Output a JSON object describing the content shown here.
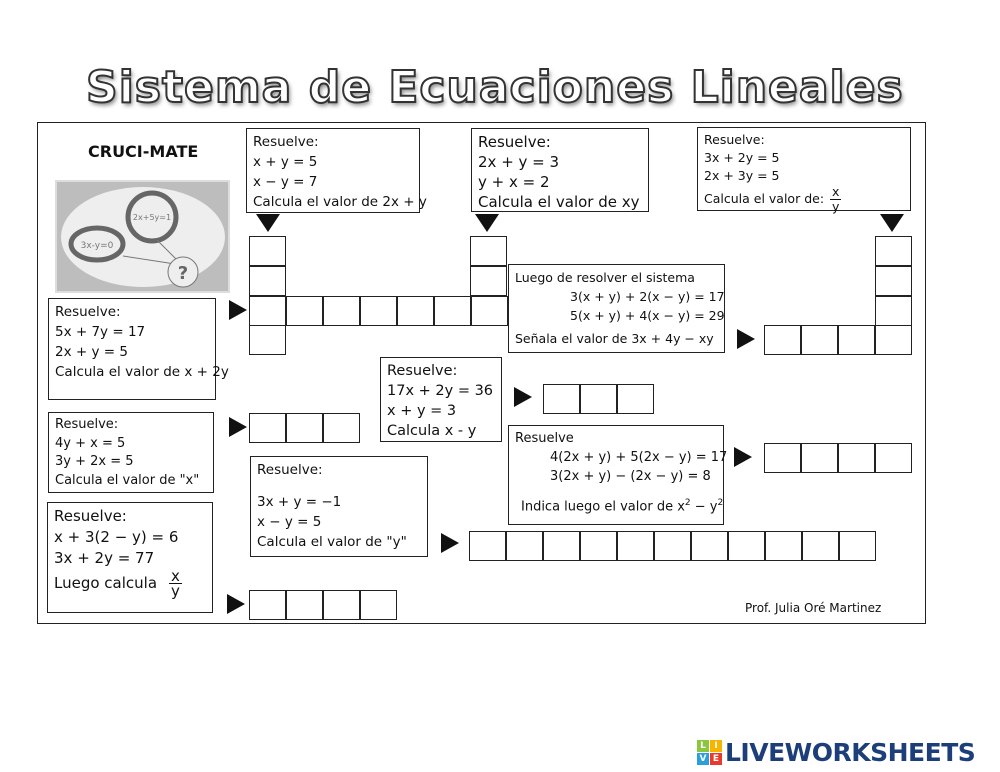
{
  "title": "Sistema de Ecuaciones Lineales",
  "subtitle": "CRUCI-MATE",
  "image": {
    "eq1": "2x+5y=1",
    "eq2": "3x-y=0",
    "question": "?"
  },
  "clues": {
    "c1": {
      "heading": "Resuelve:",
      "lines": [
        "x + y = 5",
        "x − y = 7",
        "Calcula el valor de 2x + y"
      ]
    },
    "c2": {
      "heading": "Resuelve:",
      "lines": [
        "2x + y = 3",
        "y + x = 2",
        "Calcula el valor de xy"
      ]
    },
    "c3": {
      "heading": "Resuelve:",
      "lines": [
        "3x + 2y = 5",
        "2x + 3y = 5",
        "Calcula el valor de:"
      ],
      "frac_num": "x",
      "frac_den": "y"
    },
    "c4": {
      "heading": "Luego de resolver el sistema",
      "lines": [
        "3(x + y) + 2(x − y) = 17",
        "5(x + y) + 4(x − y) = 29",
        "Señala el valor de 3x + 4y − xy"
      ]
    },
    "c5": {
      "heading": "Resuelve:",
      "lines": [
        "5x + 7y = 17",
        "2x + y = 5",
        "Calcula el valor de x + 2y"
      ]
    },
    "c6": {
      "heading": "Resuelve:",
      "lines": [
        "17x + 2y = 36",
        "x + y = 3",
        "Calcula  x - y"
      ]
    },
    "c7": {
      "heading": "Resuelve:",
      "lines": [
        "4y + x = 5",
        "3y + 2x = 5",
        "Calcula el valor de \"x\""
      ]
    },
    "c8": {
      "heading": "Resuelve",
      "lines": [
        "4(2x + y) + 5(2x − y) = 17",
        "3(2x + y) − (2x − y) = 8",
        "Indica luego el valor de x",
        "2",
        " − y",
        "2"
      ]
    },
    "c9": {
      "heading": "Resuelve:",
      "lines": [
        "3x + y = −1",
        "x − y = 5",
        "Calcula el valor de \"y\""
      ]
    },
    "c10": {
      "heading": "Resuelve:",
      "lines": [
        "x + 3(2 − y) = 6",
        "3x + 2y = 77",
        "Luego calcula"
      ],
      "frac_num": "x",
      "frac_den": "y"
    }
  },
  "author": "Prof. Julia Oré Martinez",
  "brand": {
    "name": "LIVEWORKSHEETS",
    "tiles": [
      "L",
      "I",
      "V",
      "E"
    ],
    "tile_colors": [
      "#8cc63f",
      "#f7b500",
      "#2a9fd8",
      "#e63b2e"
    ],
    "text_color": "#1c3f7a"
  }
}
